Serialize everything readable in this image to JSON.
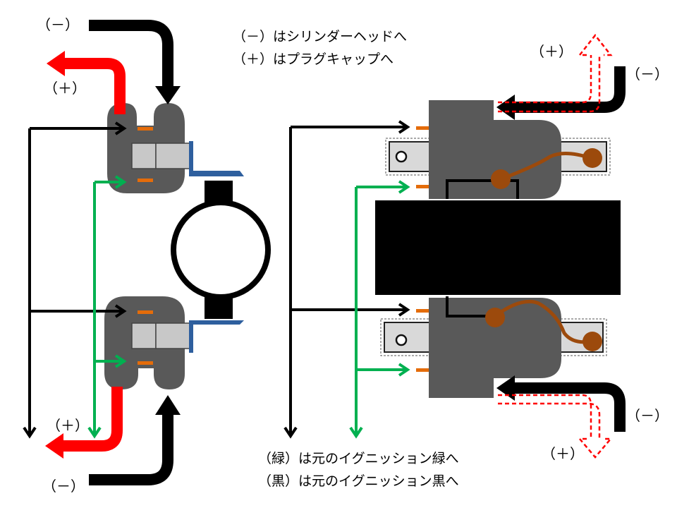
{
  "labels": {
    "neg": "（－）",
    "pos": "（＋）"
  },
  "notes": {
    "top_line1": "（－）はシリンダーヘッドへ",
    "top_line2": "（＋）はプラグキャップへ",
    "bottom_line1": "（緑）は元のイグニッション緑へ",
    "bottom_line2": "（黒）は元のイグニッション黒へ"
  },
  "colors": {
    "black_wire": "#000000",
    "red_wire": "#ff0000",
    "green_wire": "#00b050",
    "module_body": "#595959",
    "terminal": "#e46c0a",
    "bracket_blue": "#2e5f9e",
    "solder_brown": "#9c4a0c",
    "plate_gray": "#d9d9d9",
    "block_gray": "#c8c8c8"
  }
}
